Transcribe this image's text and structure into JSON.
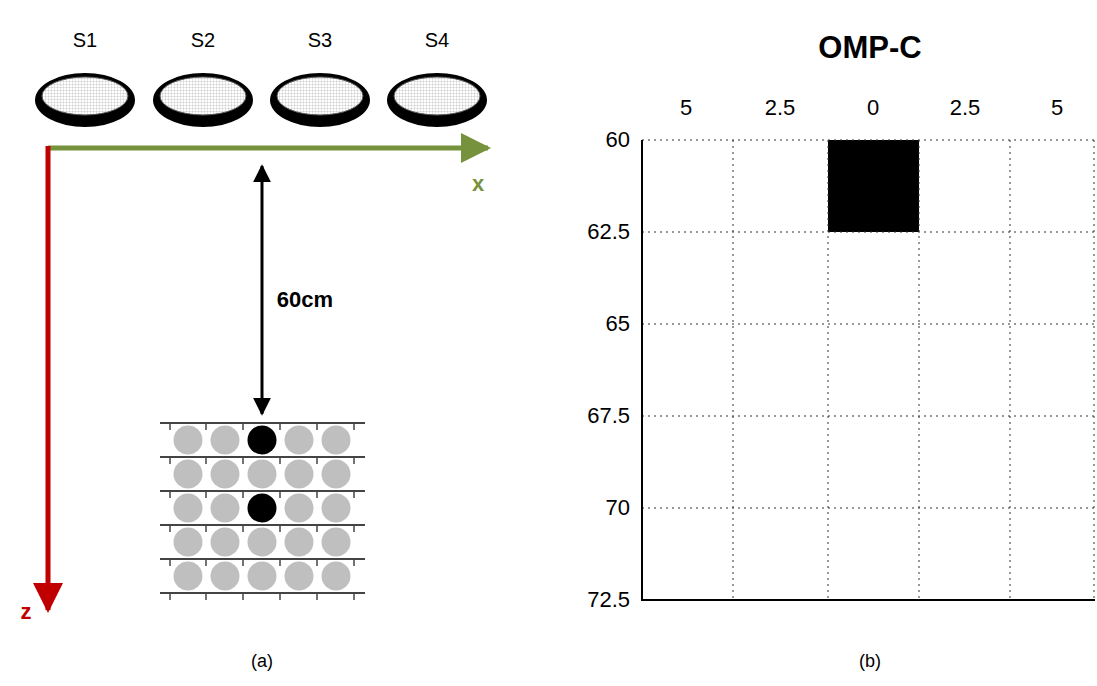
{
  "diagram": {
    "labels": [
      "S1",
      "S2",
      "S3",
      "S4",
      "x",
      "60cm",
      "z",
      "(a)",
      "OMP-C",
      "5",
      "2.5",
      "0",
      "2.5",
      "5",
      "60",
      "62.5",
      "65",
      "67.5",
      "70",
      "72.5",
      "(b)"
    ]
  }
}
